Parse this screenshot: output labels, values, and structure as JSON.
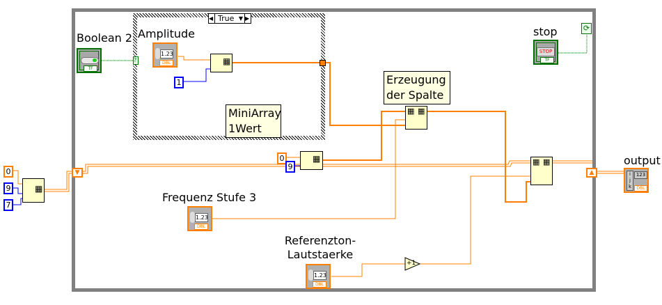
{
  "case_structure": {
    "selector_value": "True",
    "comment": "MiniArray\n1Wert"
  },
  "controls": {
    "boolean": {
      "label": "Boolean 2",
      "type": "TF"
    },
    "amplitude": {
      "label": "Amplitude",
      "display": "1.23",
      "type": "DBL"
    },
    "frequency": {
      "label": "Frequenz Stufe 3",
      "display": "1.23",
      "type": "DBL"
    },
    "reference": {
      "label": "Referenzton-\nLautstaerke",
      "display": "1.23",
      "type": "DBL"
    },
    "stop": {
      "label": "stop",
      "button_text": "STOP",
      "type": "TF"
    }
  },
  "indicators": {
    "output": {
      "label": "output",
      "display": "123",
      "indices": [
        "i",
        "j",
        "k"
      ],
      "type": "DBL"
    }
  },
  "constants": {
    "inner_one": "1",
    "inner_zero": "0",
    "inner_nine": "9",
    "outer_zero": "0",
    "outer_nine": "9",
    "outer_seven": "7"
  },
  "comments": {
    "column_creation": "Erzeugung\nder Spalte"
  },
  "increment_label": "+1",
  "colors": {
    "dbl_wire": "#ff8000",
    "i32_wire": "#0000ff",
    "bool_wire": "#007000",
    "loop_border": "#808080",
    "comment_bg": "#ffffe1",
    "node_bg": "#ffffcc"
  }
}
